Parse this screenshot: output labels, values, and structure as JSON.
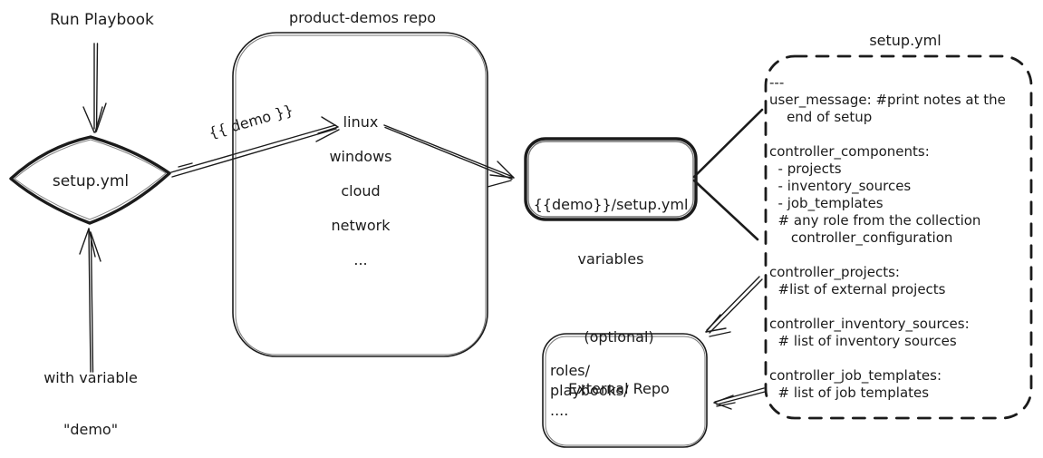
{
  "diagram": {
    "stroke_color": "#1b1b1b",
    "background_color": "#ffffff",
    "run_playbook_label": "Run Playbook",
    "with_variable_label_line1": "with variable",
    "with_variable_label_line2": "\"demo\"",
    "diamond_label": "setup.yml",
    "demo_arrow_label": "{{ demo }}",
    "repo": {
      "title": "product-demos repo",
      "items": [
        "linux",
        "windows",
        "cloud",
        "network",
        "..."
      ]
    },
    "variables_box": {
      "line1": "{{demo}}/setup.yml",
      "line2": "variables"
    },
    "setup_yml_box": {
      "title": "setup.yml",
      "lines": [
        "---",
        "user_message: #print notes at the",
        "    end of setup",
        "",
        "controller_components:",
        "  - projects",
        "  - inventory_sources",
        "  - job_templates",
        "  # any role from the collection",
        "     controller_configuration",
        "",
        "controller_projects:",
        "  #list of external projects",
        "",
        "controller_inventory_sources:",
        "  # list of inventory sources",
        "",
        "controller_job_templates:",
        "  # list of job templates"
      ]
    },
    "external_repo": {
      "title_line1": "(optional)",
      "title_line2": "External Repo",
      "items": [
        "roles/",
        "playbooks/",
        "...."
      ]
    }
  }
}
